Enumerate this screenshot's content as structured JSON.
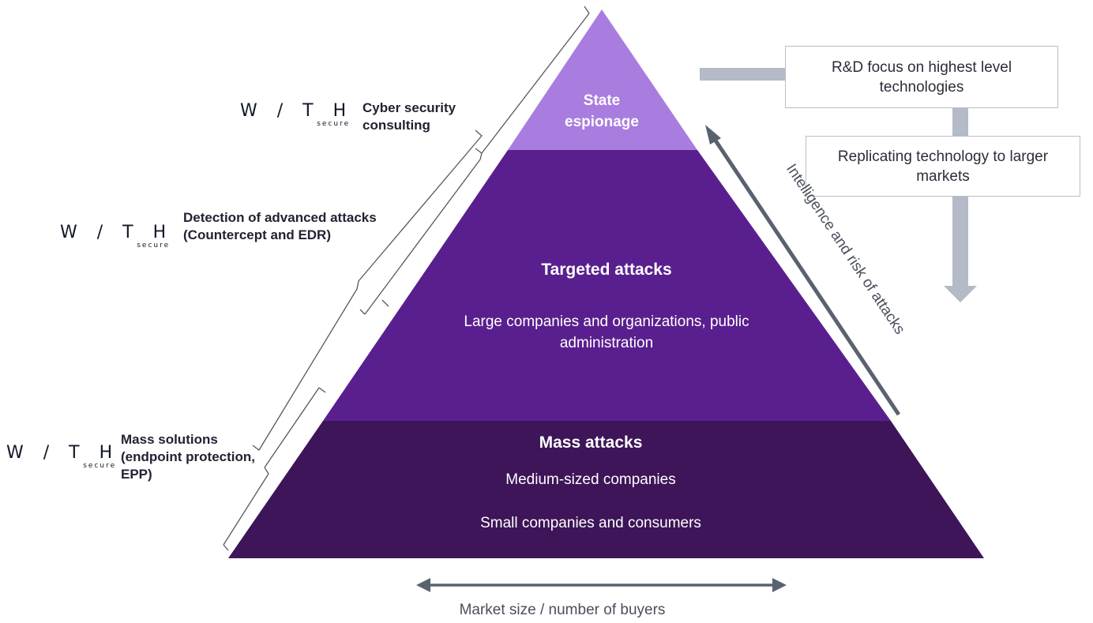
{
  "pyramid": {
    "top": {
      "title": "State espionage",
      "color": "#a97ddf"
    },
    "middle": {
      "title": "Targeted attacks",
      "text": "Large companies and organizations, public administration",
      "color": "#5a1f8e"
    },
    "bottom": {
      "title": "Mass attacks",
      "lines": [
        "Medium-sized companies",
        "Small companies and consumers"
      ],
      "color": "#3d1558"
    }
  },
  "segments": [
    {
      "logo": "W / T H",
      "logo_sub": "secure",
      "label": "Cyber security consulting"
    },
    {
      "logo": "W / T H",
      "logo_sub": "secure",
      "label": "Detection of advanced attacks (Countercept and EDR)"
    },
    {
      "logo": "W / T H",
      "logo_sub": "secure",
      "label": "Mass solutions (endpoint protection, EPP)"
    }
  ],
  "right": {
    "box1": "R&D focus on highest level technologies",
    "box2": "Replicating technology to larger markets",
    "arrow_label": "Intelligence and risk of attacks"
  },
  "bottom_axis": {
    "label": "Market size / number of buyers"
  },
  "colors": {
    "arrow_gray": "#b4bac7",
    "axis_arrow": "#5a6270",
    "bracket": "#55585f"
  }
}
